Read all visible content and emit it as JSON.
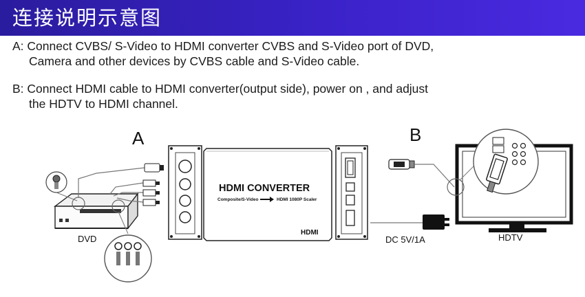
{
  "header": {
    "title": "连接说明示意图",
    "bg_color": "#3a22c8"
  },
  "instructions": {
    "a": {
      "line1": "A: Connect CVBS/ S-Video to HDMI converter CVBS and S-Video port of DVD,",
      "line2": "Camera and other devices by CVBS cable and S-Video cable."
    },
    "b": {
      "line1": "B: Connect HDMI cable to HDMI converter(output side), power on , and adjust",
      "line2": "the HDTV to HDMI channel."
    }
  },
  "diagram": {
    "section_a_label": "A",
    "section_b_label": "B",
    "dvd_label": "DVD",
    "converter_title": "HDMI CONVERTER",
    "converter_input_label": "Composite/S-Video",
    "converter_output_label": "HDMI 1080P Scaler",
    "converter_logo": "HDMI",
    "power_label": "DC 5V/1A",
    "hdtv_label": "HDTV"
  }
}
